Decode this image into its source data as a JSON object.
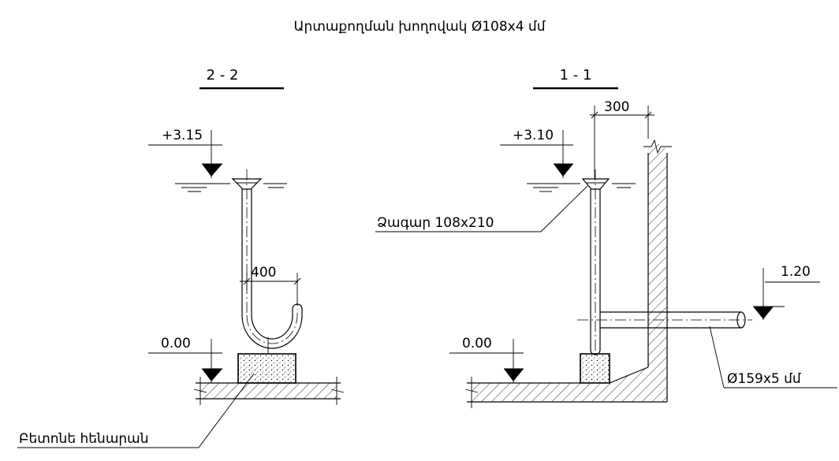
{
  "title": "Արտաքողման խողովակ Ø108x4 մմ",
  "section_left": {
    "label": "2 - 2",
    "level_top": "+3.15",
    "level_bottom": "0.00",
    "dim_hook": "400",
    "concrete_base_label": "Բետոնե հենարան"
  },
  "section_right": {
    "label": "1 - 1",
    "level_top": "+3.10",
    "level_bottom": "0.00",
    "dim_top": "300",
    "funnel_label": "Ձագար 108x210",
    "level_pipe": "1.20",
    "pipe_label": "Ø159x5 մմ"
  }
}
